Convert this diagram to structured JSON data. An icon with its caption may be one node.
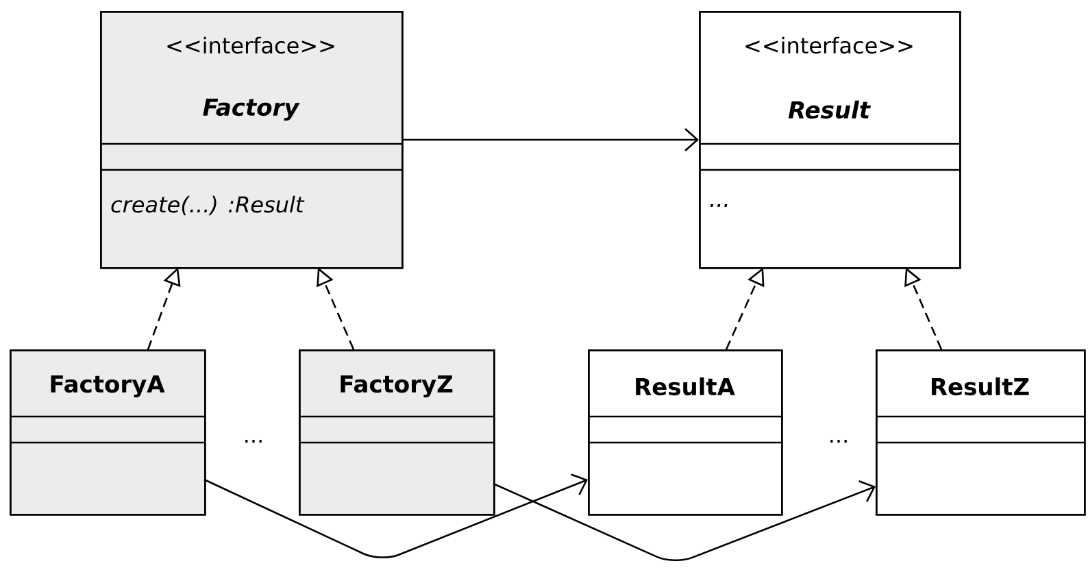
{
  "diagram": {
    "nodes": [
      {
        "text": [
          "<<interface>>",
          "Factory",
          "create(...) :Result"
        ]
      },
      {
        "text": [
          "<<interface>>",
          "Result",
          "..."
        ]
      },
      {
        "text": [
          "FactoryA"
        ]
      },
      {
        "text": [
          "FactoryZ"
        ]
      },
      {
        "text": [
          "ResultA"
        ]
      },
      {
        "text": [
          "ResultZ"
        ]
      }
    ],
    "edges": [
      {
        "from": 0,
        "to": 1,
        "arrow": "to"
      },
      {
        "from": 2,
        "to": 0,
        "arrow": "to",
        "style": "dashed"
      },
      {
        "from": 3,
        "to": 0,
        "arrow": "to",
        "style": "dashed"
      },
      {
        "from": 4,
        "to": 1,
        "arrow": "to",
        "style": "dashed"
      },
      {
        "from": 5,
        "to": 1,
        "arrow": "to",
        "style": "dashed"
      },
      {
        "from": 2,
        "to": 4,
        "arrow": "to"
      },
      {
        "from": 3,
        "to": 5,
        "arrow": "to"
      }
    ],
    "labels": [
      "...",
      "..."
    ]
  }
}
